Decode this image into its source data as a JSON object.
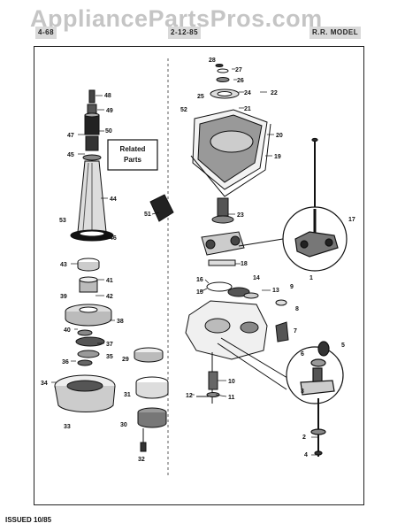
{
  "watermark": "AppliancePartsPros.com",
  "header": {
    "left": "4-68",
    "center": "2-12-85",
    "right": "R.R. MODEL"
  },
  "footer": {
    "issued": "ISSUED 10/85"
  },
  "related_parts": {
    "line1": "Related",
    "line2": "Parts"
  },
  "labels": {
    "p1": "1",
    "p2": "2",
    "p3": "3",
    "p4": "4",
    "p5": "5",
    "p6": "6",
    "p7": "7",
    "p8": "8",
    "p9": "9",
    "p10": "10",
    "p11": "11",
    "p12": "12",
    "p13": "13",
    "p14": "14",
    "p15": "15",
    "p16": "16",
    "p17": "17",
    "p18": "18",
    "p19": "19",
    "p20": "20",
    "p21": "21",
    "p22": "22",
    "p23": "23",
    "p24": "24",
    "p25": "25",
    "p26": "26",
    "p27": "27",
    "p28": "28",
    "p29": "29",
    "p30": "30",
    "p31": "31",
    "p32": "32",
    "p33": "33",
    "p34": "34",
    "p35": "35",
    "p36": "36",
    "p37": "37",
    "p38": "38",
    "p39": "39",
    "p40": "40",
    "p41": "41",
    "p42": "42",
    "p43": "43",
    "p44": "44",
    "p45": "45",
    "p46": "46",
    "p47": "47",
    "p48": "48",
    "p49": "49",
    "p50": "50",
    "p51": "51",
    "p52": "52",
    "p53": "53"
  }
}
